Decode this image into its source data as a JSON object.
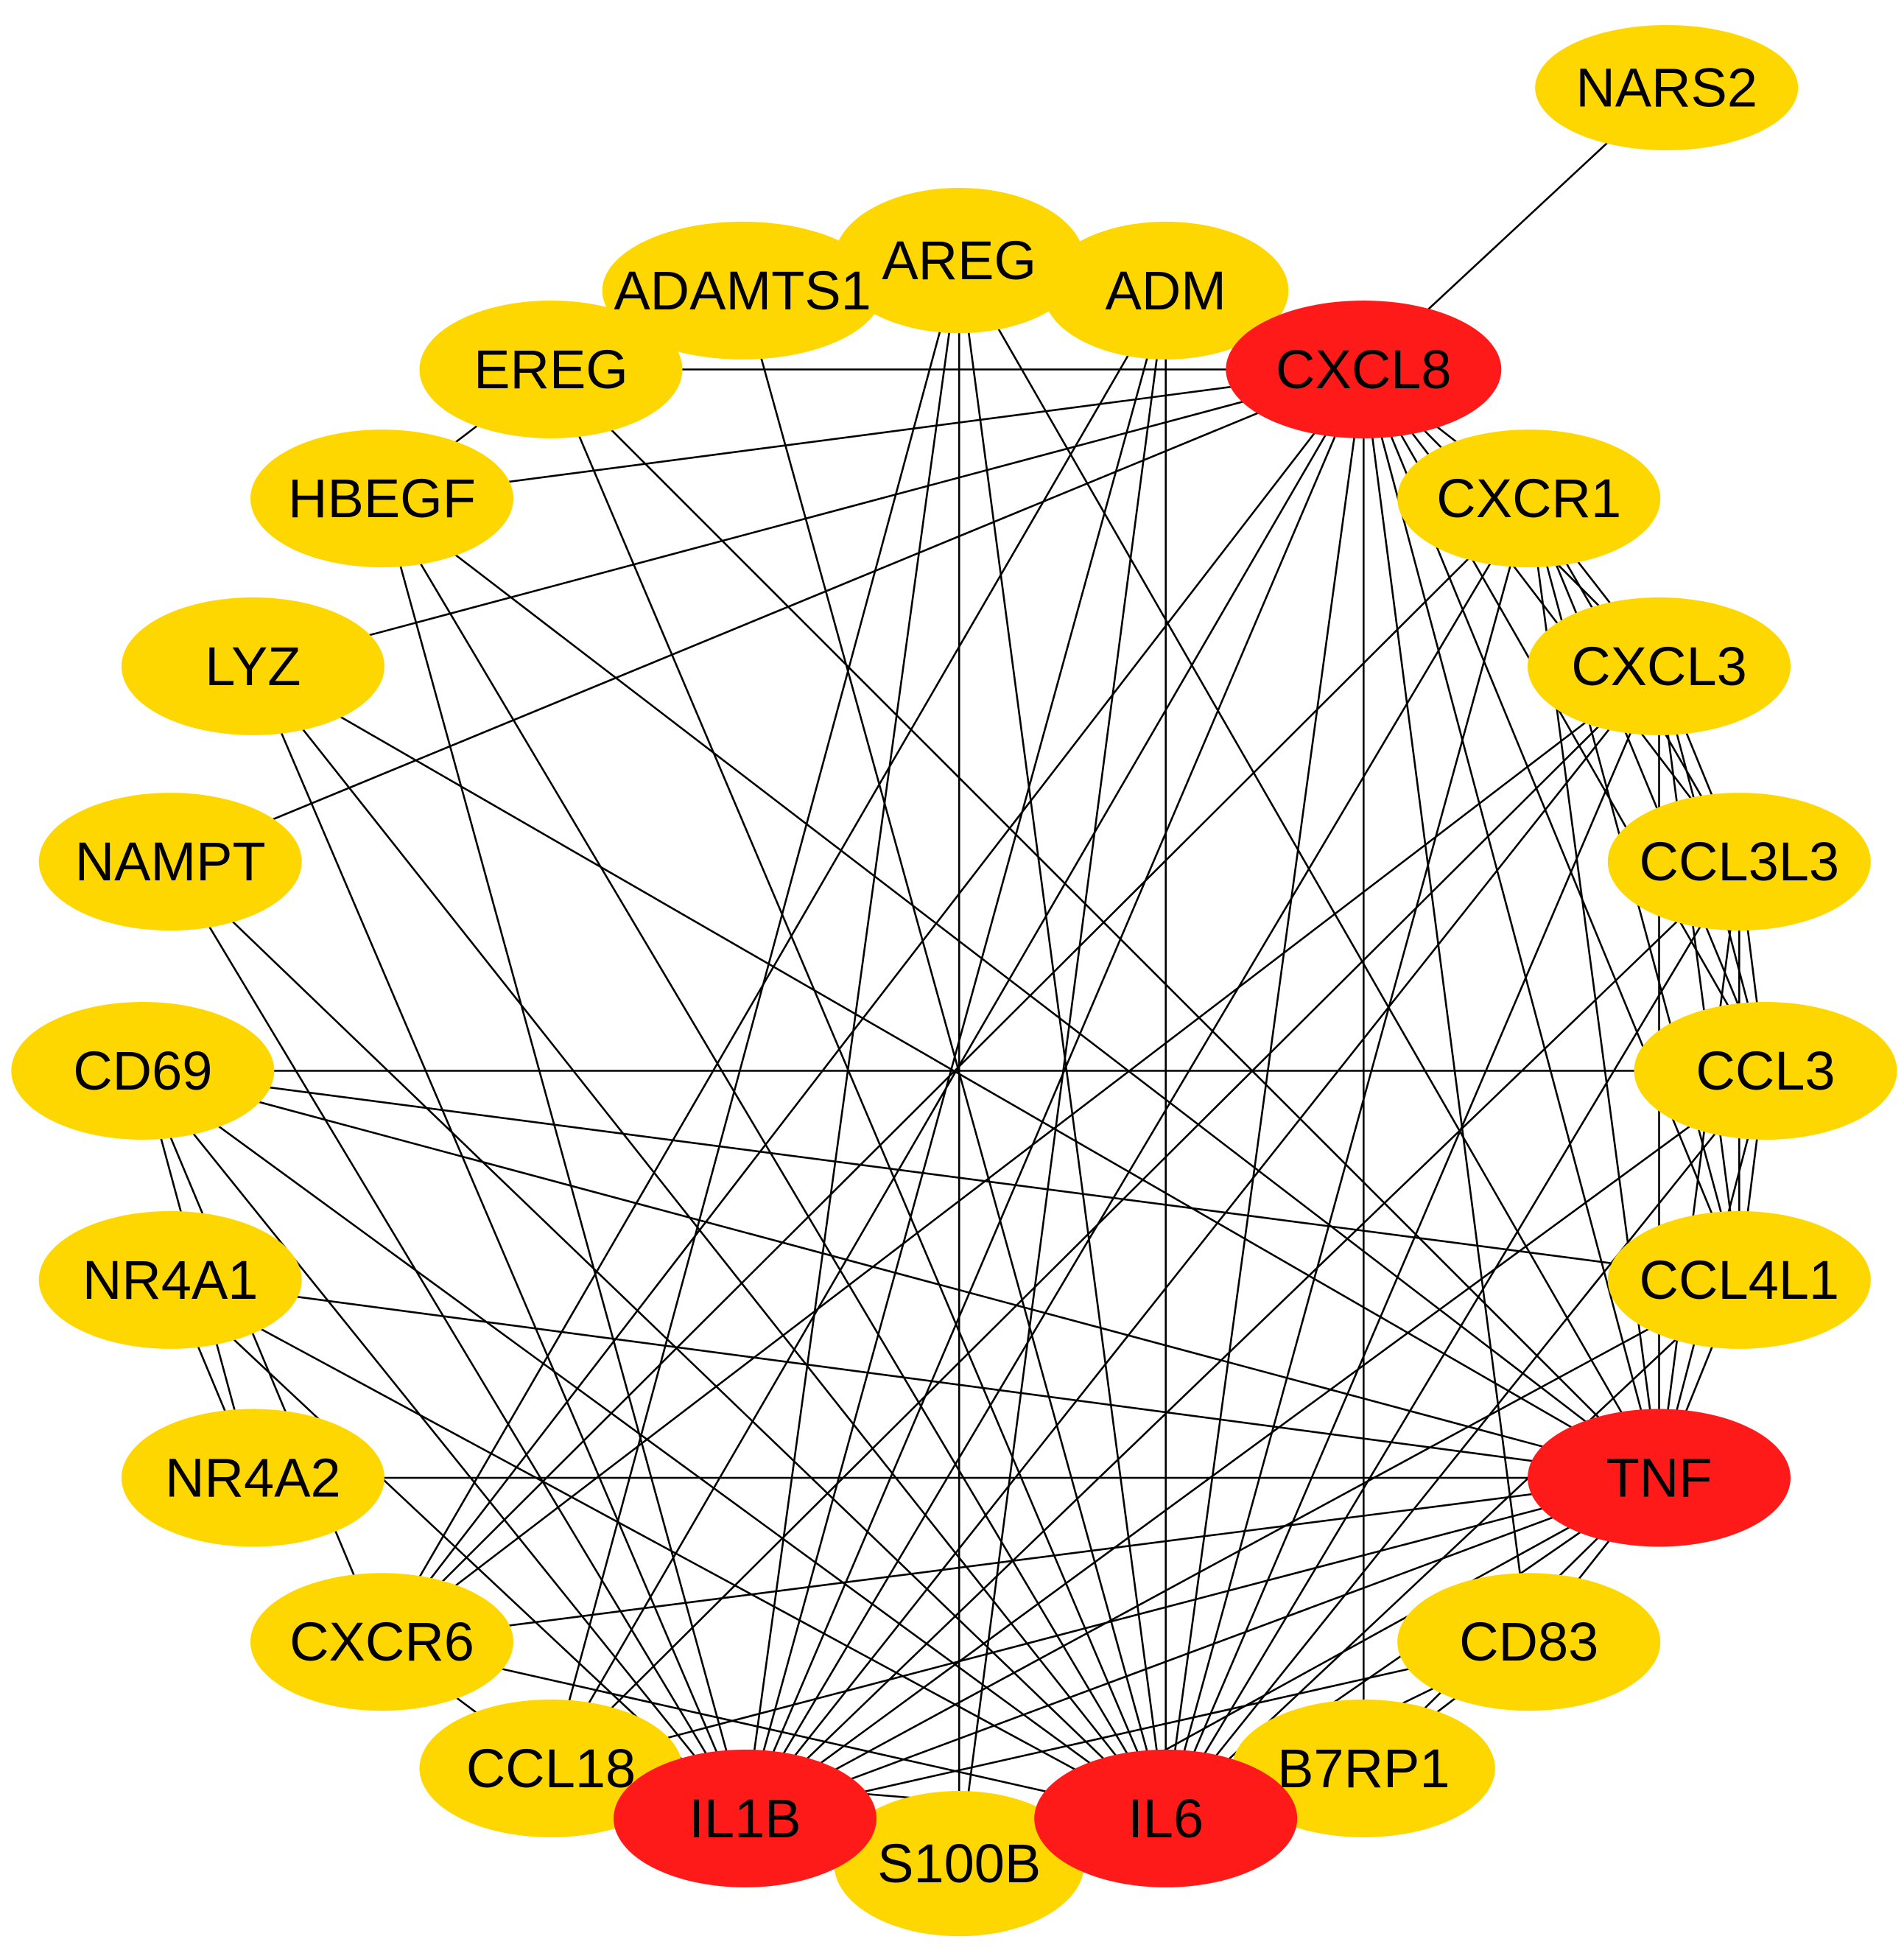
{
  "colors": {
    "hub": "#ff1a1a",
    "regular": "#ffd700",
    "edge": "#000000"
  },
  "network": {
    "nodes": [
      {
        "id": "NARS2",
        "label": "NARS2",
        "hub": false
      },
      {
        "id": "AREG",
        "label": "AREG",
        "hub": false
      },
      {
        "id": "ADAMTS1",
        "label": "ADAMTS1",
        "hub": false
      },
      {
        "id": "ADM",
        "label": "ADM",
        "hub": false
      },
      {
        "id": "EREG",
        "label": "EREG",
        "hub": false
      },
      {
        "id": "CXCL8",
        "label": "CXCL8",
        "hub": true
      },
      {
        "id": "HBEGF",
        "label": "HBEGF",
        "hub": false
      },
      {
        "id": "CXCR1",
        "label": "CXCR1",
        "hub": false
      },
      {
        "id": "LYZ",
        "label": "LYZ",
        "hub": false
      },
      {
        "id": "CXCL3",
        "label": "CXCL3",
        "hub": false
      },
      {
        "id": "NAMPT",
        "label": "NAMPT",
        "hub": false
      },
      {
        "id": "CCL3L3",
        "label": "CCL3L3",
        "hub": false
      },
      {
        "id": "CD69",
        "label": "CD69",
        "hub": false
      },
      {
        "id": "CCL3",
        "label": "CCL3",
        "hub": false
      },
      {
        "id": "NR4A1",
        "label": "NR4A1",
        "hub": false
      },
      {
        "id": "CCL4L1",
        "label": "CCL4L1",
        "hub": false
      },
      {
        "id": "NR4A2",
        "label": "NR4A2",
        "hub": false
      },
      {
        "id": "TNF",
        "label": "TNF",
        "hub": true
      },
      {
        "id": "CXCR6",
        "label": "CXCR6",
        "hub": false
      },
      {
        "id": "CD83",
        "label": "CD83",
        "hub": false
      },
      {
        "id": "CCL18",
        "label": "CCL18",
        "hub": false
      },
      {
        "id": "B7RP1",
        "label": "B7RP1",
        "hub": false
      },
      {
        "id": "S100B",
        "label": "S100B",
        "hub": false
      },
      {
        "id": "IL1B",
        "label": "IL1B",
        "hub": true
      },
      {
        "id": "IL6",
        "label": "IL6",
        "hub": true
      }
    ],
    "edges": [
      [
        "CXCL8",
        "NARS2"
      ],
      [
        "CXCL8",
        "EREG"
      ],
      [
        "CXCL8",
        "HBEGF"
      ],
      [
        "CXCL8",
        "LYZ"
      ],
      [
        "CXCL8",
        "NAMPT"
      ],
      [
        "CXCL8",
        "CXCR1"
      ],
      [
        "CXCL8",
        "CXCL3"
      ],
      [
        "CXCL8",
        "CCL3L3"
      ],
      [
        "CXCL8",
        "CCL3"
      ],
      [
        "CXCL8",
        "CCL4L1"
      ],
      [
        "CXCL8",
        "TNF"
      ],
      [
        "CXCL8",
        "CD83"
      ],
      [
        "CXCL8",
        "IL1B"
      ],
      [
        "CXCL8",
        "IL6"
      ],
      [
        "CXCL8",
        "CXCR6"
      ],
      [
        "CXCL8",
        "CCL18"
      ],
      [
        "CXCL8",
        "B7RP1"
      ],
      [
        "CXCL8",
        "HBEGF"
      ],
      [
        "IL6",
        "AREG"
      ],
      [
        "IL6",
        "ADAMTS1"
      ],
      [
        "IL6",
        "ADM"
      ],
      [
        "IL6",
        "EREG"
      ],
      [
        "IL6",
        "HBEGF"
      ],
      [
        "IL6",
        "LYZ"
      ],
      [
        "IL6",
        "NAMPT"
      ],
      [
        "IL6",
        "CD69"
      ],
      [
        "IL6",
        "CXCR1"
      ],
      [
        "IL6",
        "CXCL3"
      ],
      [
        "IL6",
        "CCL3L3"
      ],
      [
        "IL6",
        "CCL3"
      ],
      [
        "IL6",
        "CCL4L1"
      ],
      [
        "IL6",
        "TNF"
      ],
      [
        "IL6",
        "CD83"
      ],
      [
        "IL6",
        "B7RP1"
      ],
      [
        "IL6",
        "CXCR6"
      ],
      [
        "IL6",
        "CCL18"
      ],
      [
        "IL6",
        "IL1B"
      ],
      [
        "IL6",
        "NR4A1"
      ],
      [
        "IL1B",
        "AREG"
      ],
      [
        "IL1B",
        "ADM"
      ],
      [
        "IL1B",
        "HBEGF"
      ],
      [
        "IL1B",
        "LYZ"
      ],
      [
        "IL1B",
        "CD69"
      ],
      [
        "IL1B",
        "CXCR1"
      ],
      [
        "IL1B",
        "CXCL3"
      ],
      [
        "IL1B",
        "CCL3L3"
      ],
      [
        "IL1B",
        "CCL3"
      ],
      [
        "IL1B",
        "CCL4L1"
      ],
      [
        "IL1B",
        "TNF"
      ],
      [
        "IL1B",
        "CD83"
      ],
      [
        "IL1B",
        "NR4A1"
      ],
      [
        "IL1B",
        "NAMPT"
      ],
      [
        "TNF",
        "AREG"
      ],
      [
        "TNF",
        "EREG"
      ],
      [
        "TNF",
        "HBEGF"
      ],
      [
        "TNF",
        "LYZ"
      ],
      [
        "TNF",
        "CD69"
      ],
      [
        "TNF",
        "NR4A1"
      ],
      [
        "TNF",
        "NR4A2"
      ],
      [
        "TNF",
        "CXCR6"
      ],
      [
        "TNF",
        "CCL18"
      ],
      [
        "TNF",
        "CXCR1"
      ],
      [
        "TNF",
        "CXCL3"
      ],
      [
        "TNF",
        "CCL3L3"
      ],
      [
        "TNF",
        "CCL3"
      ],
      [
        "TNF",
        "CCL4L1"
      ],
      [
        "TNF",
        "CD83"
      ],
      [
        "TNF",
        "B7RP1"
      ],
      [
        "TNF",
        "S100B"
      ],
      [
        "ADM",
        "S100B"
      ],
      [
        "ADM",
        "CXCR6"
      ],
      [
        "AREG",
        "S100B"
      ],
      [
        "AREG",
        "CCL18"
      ],
      [
        "CD69",
        "CCL3"
      ],
      [
        "CD69",
        "CCL4L1"
      ],
      [
        "CD69",
        "NR4A2"
      ],
      [
        "CD69",
        "CXCR6"
      ],
      [
        "EREG",
        "HBEGF"
      ],
      [
        "NR4A1",
        "NR4A2"
      ],
      [
        "CXCR6",
        "CCL18"
      ],
      [
        "CXCR1",
        "CXCL3"
      ],
      [
        "CXCR1",
        "CCL3L3"
      ],
      [
        "CXCR1",
        "CCL3"
      ],
      [
        "CXCR1",
        "CCL4L1"
      ],
      [
        "CXCR1",
        "CXCR6"
      ],
      [
        "CXCL3",
        "CCL3L3"
      ],
      [
        "CXCL3",
        "CCL3"
      ],
      [
        "CXCL3",
        "CCL4L1"
      ],
      [
        "CXCL3",
        "CXCR6"
      ],
      [
        "CXCL3",
        "CCL18"
      ],
      [
        "CCL3L3",
        "CCL3"
      ],
      [
        "CCL3L3",
        "CCL4L1"
      ],
      [
        "CCL3",
        "CCL4L1"
      ],
      [
        "CD83",
        "B7RP1"
      ],
      [
        "B7RP1",
        "S100B"
      ]
    ]
  }
}
